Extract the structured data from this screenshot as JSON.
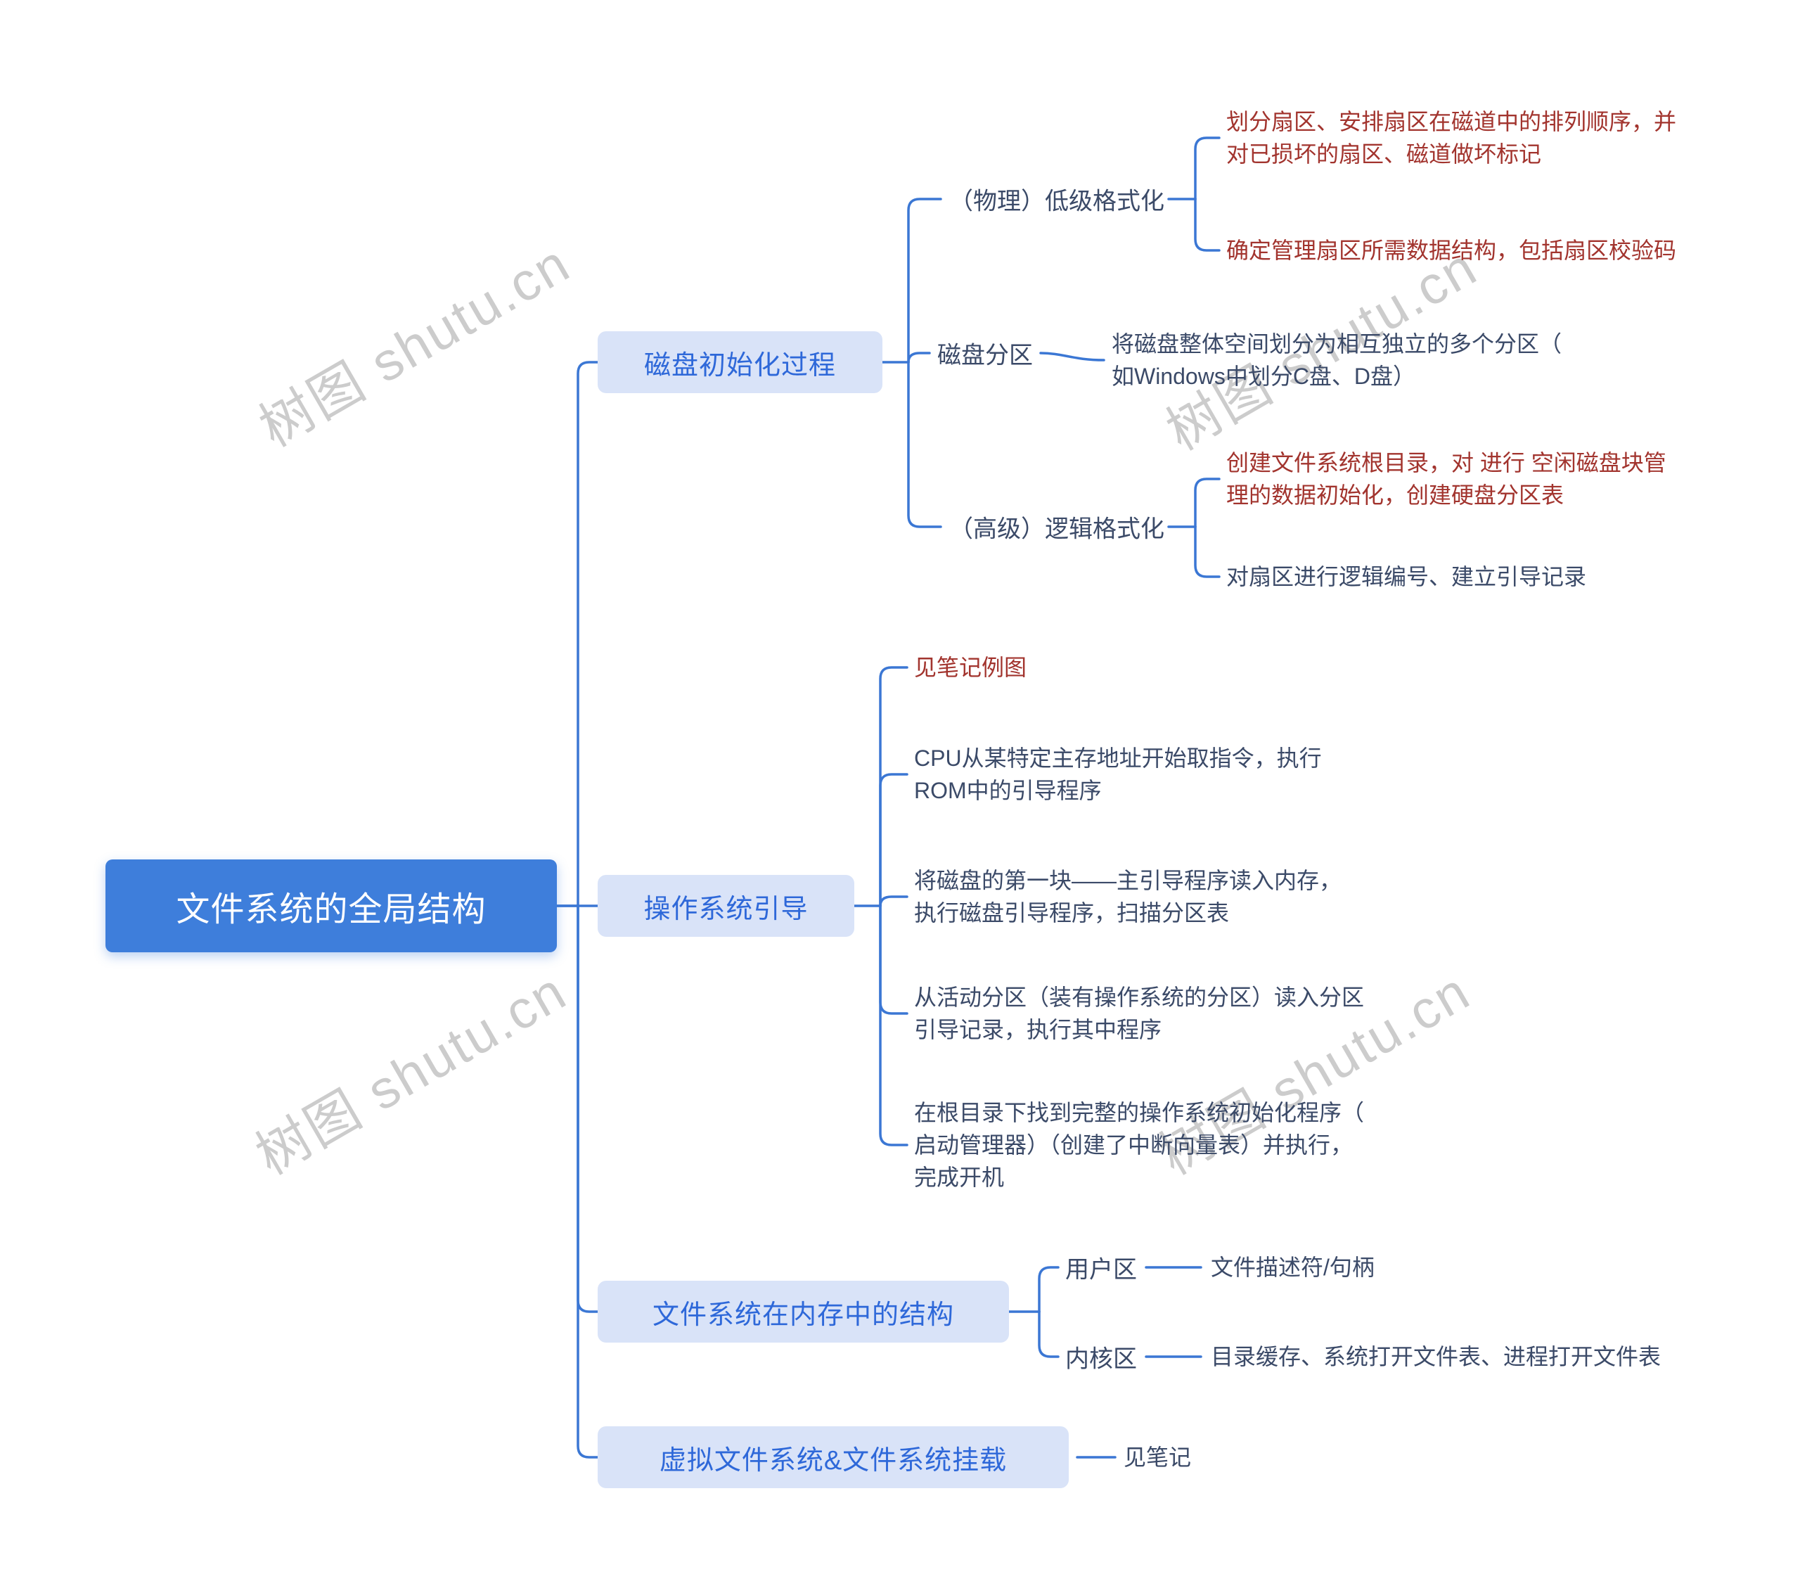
{
  "watermark": {
    "text": "树图 shutu.cn"
  },
  "colors": {
    "connector_blue": "#3B77D4",
    "root_bg": "#3E7EDB",
    "root_text": "#FFFFFF",
    "branch_bg": "#D9E3F8",
    "branch_text": "#2E68D9",
    "body_text": "#3B4A68",
    "highlight_red": "#A2342E"
  },
  "root": {
    "label": "文件系统的全局结构"
  },
  "branch1": {
    "label": "磁盘初始化过程",
    "phys": {
      "label": "（物理）低级格式化",
      "note1": "划分扇区、安排扇区在磁道中的排列顺序，并\n对已损坏的扇区、磁道做坏标记",
      "note2": "确定管理扇区所需数据结构，包括扇区校验码"
    },
    "partition": {
      "label": "磁盘分区",
      "note1": "将磁盘整体空间划分为相互独立的多个分区（\n如Windows中划分C盘、D盘）"
    },
    "logical": {
      "label": "（高级）逻辑格式化",
      "note1": "创建文件系统根目录，对 进行 空闲磁盘块管\n理的数据初始化，创建硬盘分区表",
      "note2": "对扇区进行逻辑编号、建立引导记录"
    }
  },
  "branch2": {
    "label": "操作系统引导",
    "note1": "见笔记例图",
    "note2": "CPU从某特定主存地址开始取指令，执行\nROM中的引导程序",
    "note3": "将磁盘的第一块——主引导程序读入内存，\n执行磁盘引导程序，扫描分区表",
    "note4": "从活动分区（装有操作系统的分区）读入分区\n引导记录，执行其中程序",
    "note5": "在根目录下找到完整的操作系统初始化程序（\n启动管理器）（创建了中断向量表）并执行，\n完成开机"
  },
  "branch3": {
    "label": "文件系统在内存中的结构",
    "user": {
      "label": "用户区",
      "note": "文件描述符/句柄"
    },
    "kernel": {
      "label": "内核区",
      "note": "目录缓存、系统打开文件表、进程打开文件表"
    }
  },
  "branch4": {
    "label": "虚拟文件系统&文件系统挂载",
    "note": "见笔记"
  }
}
